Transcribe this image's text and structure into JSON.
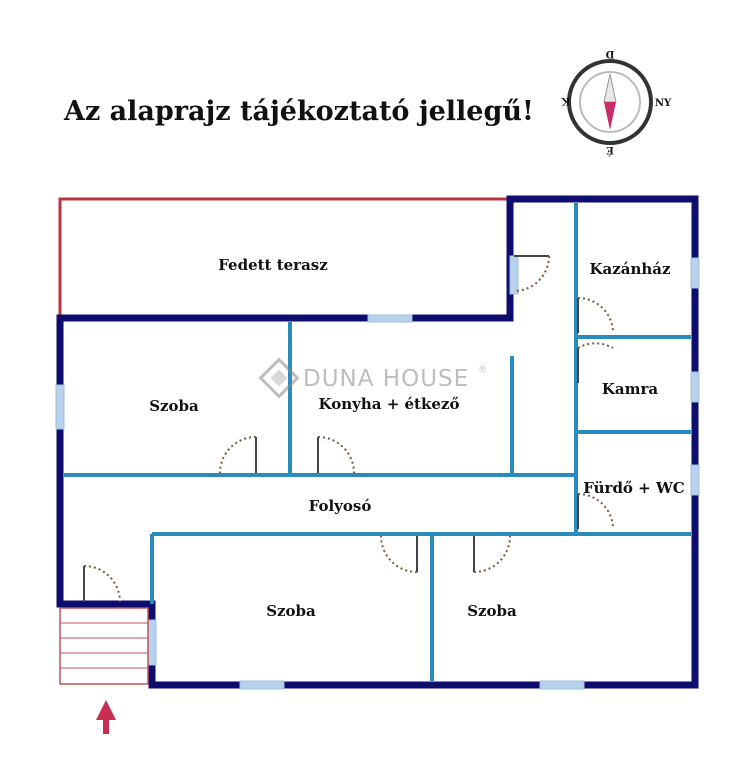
{
  "header": {
    "title": "Az alaprajz tájékoztató jellegű!"
  },
  "compass": {
    "north": "É",
    "south": "D",
    "east": "K",
    "west": "NY"
  },
  "watermark": {
    "brand": "DUNA HOUSE",
    "registered": "®"
  },
  "rooms": {
    "covered_terrace": "Fedett terasz",
    "boiler_room": "Kazánház",
    "room_left": "Szoba",
    "kitchen_dining": "Konyha + étkező",
    "pantry": "Kamra",
    "bathroom": "Fürdő + WC",
    "hallway": "Folyosó",
    "room_bottom_left": "Szoba",
    "room_bottom_right": "Szoba"
  },
  "colors": {
    "outer_wall": "#0c0d6e",
    "inner_wall": "#2a8bbd",
    "terrace_line": "#b8343f",
    "window": "#b7d2ea",
    "door_swing": "#7a5a3a",
    "stairs": "#c0535b",
    "arrow": "#c92d4f",
    "compass_needle_north": "#c82d6a"
  }
}
